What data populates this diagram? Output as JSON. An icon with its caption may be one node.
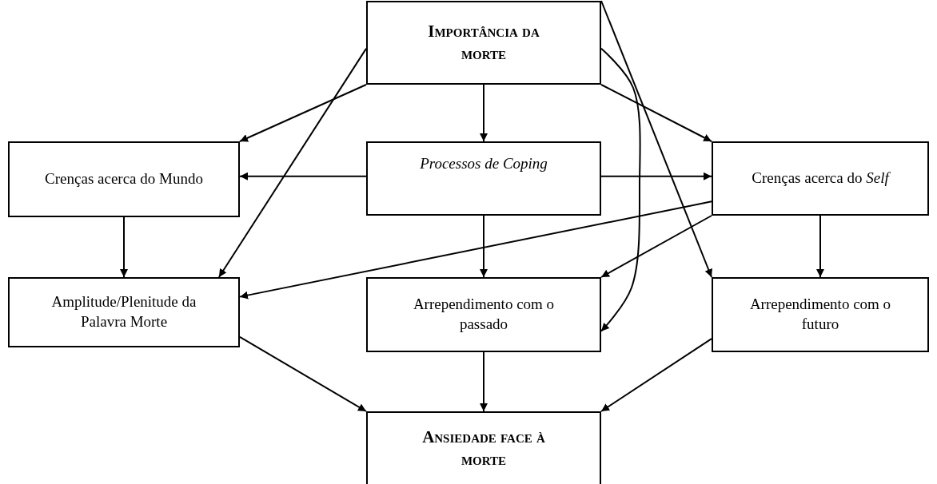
{
  "diagram": {
    "nodes": [
      {
        "text": [
          "Importância da morte"
        ]
      },
      {
        "text": [
          "Crenças acerca do Mundo"
        ]
      },
      {
        "text": [
          "Processos de Coping"
        ]
      },
      {
        "text": [
          "Crenças acerca do *Self*"
        ]
      },
      {
        "text": [
          "Amplitude/Plenitude da Palavra Morte"
        ]
      },
      {
        "text": [
          "Arrependimento com o passado"
        ]
      },
      {
        "text": [
          "Arrependimento com o futuro"
        ]
      },
      {
        "text": [
          "Ansiedade face à morte"
        ]
      }
    ],
    "edges": [
      {
        "from": 0,
        "to": 1,
        "arrow": "to"
      },
      {
        "from": 0,
        "to": 2,
        "arrow": "to"
      },
      {
        "from": 0,
        "to": 3,
        "arrow": "to"
      },
      {
        "from": 0,
        "to": 4,
        "arrow": "to"
      },
      {
        "from": 0,
        "to": 5,
        "arrow": "to"
      },
      {
        "from": 0,
        "to": 6,
        "arrow": "to"
      },
      {
        "from": 2,
        "to": 1,
        "arrow": "to"
      },
      {
        "from": 2,
        "to": 3,
        "arrow": "to"
      },
      {
        "from": 2,
        "to": 5,
        "arrow": "to"
      },
      {
        "from": 1,
        "to": 4,
        "arrow": "to"
      },
      {
        "from": 3,
        "to": 4,
        "arrow": "to"
      },
      {
        "from": 3,
        "to": 5,
        "arrow": "to"
      },
      {
        "from": 3,
        "to": 6,
        "arrow": "to"
      },
      {
        "from": 4,
        "to": 7,
        "arrow": "to"
      },
      {
        "from": 5,
        "to": 7,
        "arrow": "to"
      },
      {
        "from": 6,
        "to": 7,
        "arrow": "to"
      }
    ]
  }
}
